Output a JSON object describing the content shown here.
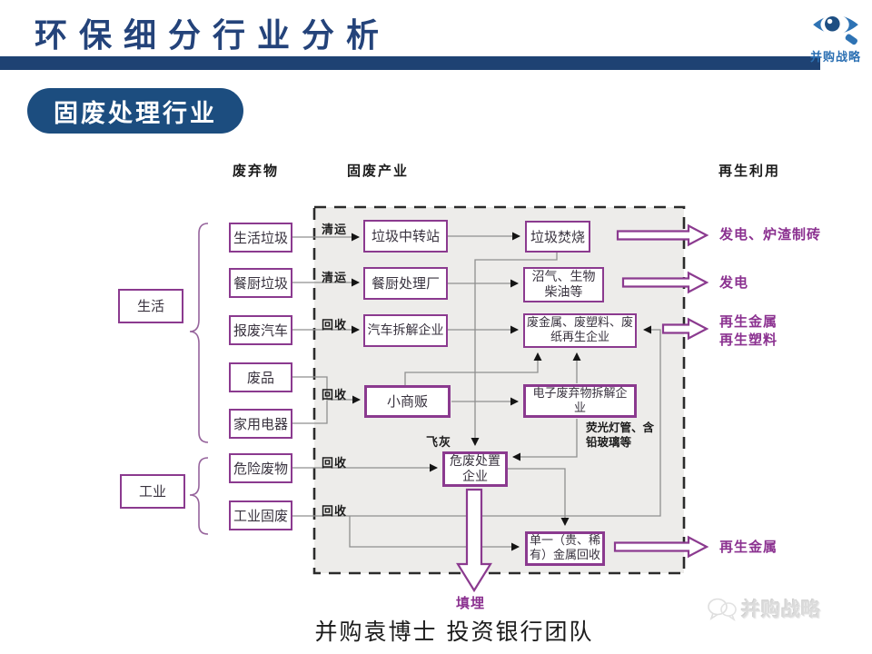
{
  "header": {
    "title": "环保细分行业分析",
    "badge": "固废处理行业",
    "logo_text": "并购战略"
  },
  "columns": {
    "waste": "废弃物",
    "industry": "固废产业",
    "recycling": "再生利用"
  },
  "groups": {
    "life": "生活",
    "industrial": "工业"
  },
  "sources": {
    "household_waste": "生活垃圾",
    "kitchen_waste": "餐厨垃圾",
    "scrap_cars": "报废汽车",
    "scrap_goods": "废品",
    "home_appliances": "家用电器",
    "hazardous_waste": "危险废物",
    "industrial_solid_waste": "工业固废"
  },
  "industry_nodes": {
    "transfer_station": "垃圾中转站",
    "kitchen_treatment_plant": "餐厨处理厂",
    "car_dismantling": "汽车拆解企业",
    "small_vendors": "小商贩",
    "hazwaste_disposal": "危废处置企业",
    "incineration": "垃圾焚烧",
    "biogas_biodiesel": "沼气、生物柴油等",
    "recycling_enterprises": "废金属、废塑料、废纸再生企业",
    "ewaste_dismantling": "电子废弃物拆解企业",
    "single_metal_recovery": "单一（贵、稀有）金属回收"
  },
  "edge_labels": {
    "collect_1": "清运",
    "collect_2": "清运",
    "recycle_1": "回收",
    "recycle_2": "回收",
    "recycle_3": "回收",
    "recycle_4": "回收",
    "fly_ash": "飞灰",
    "fluorescent_lead_glass": "荧光灯管、含铅玻璃等",
    "landfill": "填埋"
  },
  "outputs": {
    "power_slag_bricks": "发电、炉渣制砖",
    "power": "发电",
    "recycled_metal": "再生金属",
    "recycled_plastic": "再生塑料",
    "recycled_metal_2": "再生金属"
  },
  "footer": {
    "credit": "并购袁博士 投资银行团队",
    "watermark": "并购战略"
  },
  "colors": {
    "navy": "#1e4273",
    "badge_blue": "#1c4d7f",
    "logo_blue": "#2c70b3",
    "purple_border": "#8b3a8f",
    "purple_text": "#8b3190",
    "line_gray": "#8f8f8f",
    "panel_gray": "#edecea"
  }
}
